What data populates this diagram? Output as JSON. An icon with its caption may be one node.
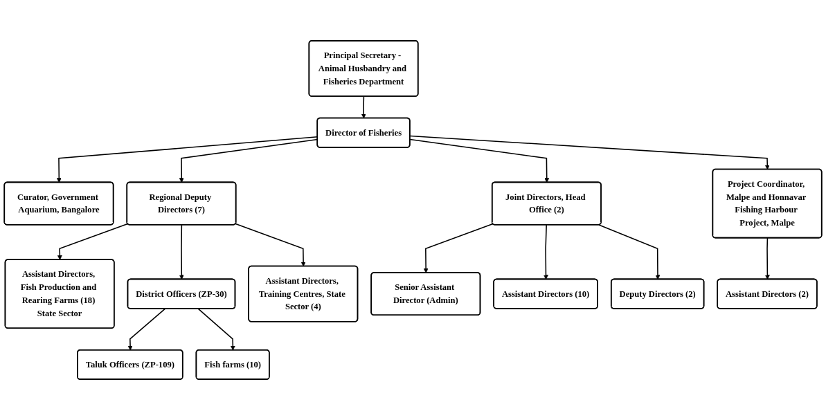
{
  "diagram": {
    "nodes": [
      {
        "text": [
          "Principal Secretary - Animal Husbandry and Fisheries Department"
        ]
      },
      {
        "text": [
          "Director of Fisheries"
        ]
      },
      {
        "text": [
          "Curator, Government Aquarium, Bangalore"
        ]
      },
      {
        "text": [
          "Regional Deputy Directors (7)"
        ]
      },
      {
        "text": [
          "Joint Directors, Head Office (2)"
        ]
      },
      {
        "text": [
          "Project Coordinator, Malpe and Honnavar Fishing Harbour Project, Malpe"
        ]
      },
      {
        "text": [
          "Assistant Directors, Fish Production and Rearing Farms (18) State Sector"
        ]
      },
      {
        "text": [
          "District Officers (ZP-30)"
        ]
      },
      {
        "text": [
          "Assistant Directors, Training Centres, State Sector (4)"
        ]
      },
      {
        "text": [
          "Senior Assistant Director (Admin)"
        ]
      },
      {
        "text": [
          "Assistant Directors (10)"
        ]
      },
      {
        "text": [
          "Deputy Directors (2)"
        ]
      },
      {
        "text": [
          "Assistant Directors (2)"
        ]
      },
      {
        "text": [
          "Taluk Officers (ZP-109)"
        ]
      },
      {
        "text": [
          "Fish farms (10)"
        ]
      }
    ],
    "edges": [
      {
        "from": 0,
        "to": 1,
        "arrow": "to"
      },
      {
        "from": 1,
        "to": 2,
        "arrow": "to"
      },
      {
        "from": 1,
        "to": 3,
        "arrow": "to"
      },
      {
        "from": 1,
        "to": 4,
        "arrow": "to"
      },
      {
        "from": 1,
        "to": 5,
        "arrow": "to"
      },
      {
        "from": 3,
        "to": 6,
        "arrow": "to"
      },
      {
        "from": 3,
        "to": 7,
        "arrow": "to"
      },
      {
        "from": 3,
        "to": 8,
        "arrow": "to"
      },
      {
        "from": 4,
        "to": 9,
        "arrow": "to"
      },
      {
        "from": 4,
        "to": 10,
        "arrow": "to"
      },
      {
        "from": 4,
        "to": 11,
        "arrow": "to"
      },
      {
        "from": 5,
        "to": 12,
        "arrow": "to"
      },
      {
        "from": 7,
        "to": 13,
        "arrow": "to"
      },
      {
        "from": 7,
        "to": 14,
        "arrow": "to"
      }
    ]
  }
}
